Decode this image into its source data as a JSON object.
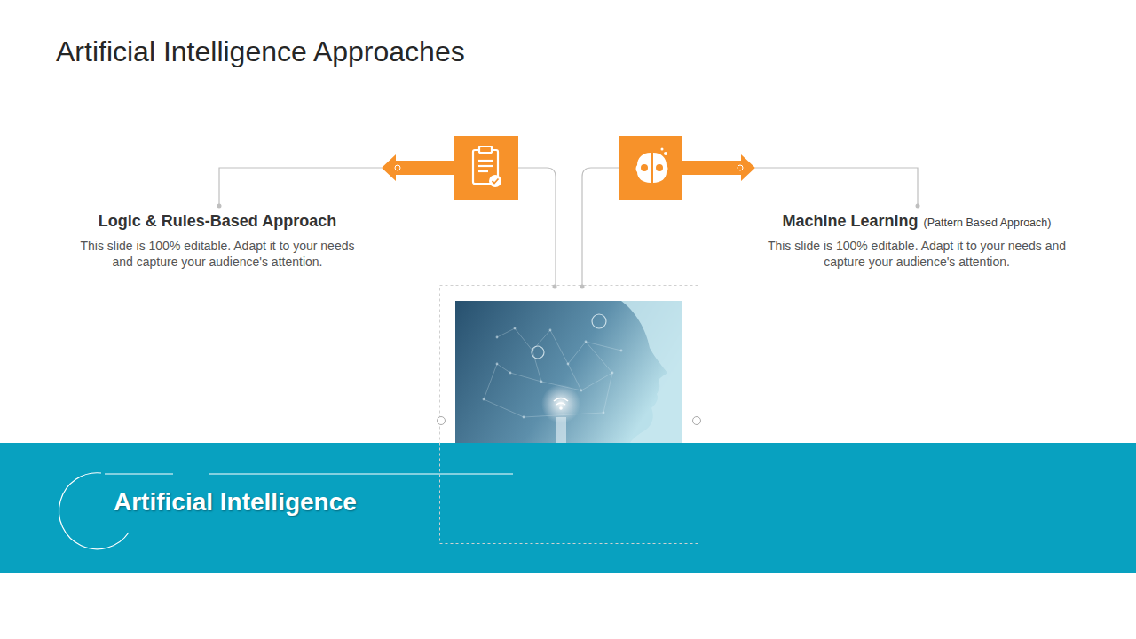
{
  "diagram": {
    "title": "Artificial Intelligence Approaches",
    "caption": "This slide is 100% editable. Adapt it to your needs and capture your audience's attention.",
    "nodes": [
      {
        "text": [
          "Logic & Rules-Based Approach",
          "This slide is 100% editable. Adapt it to your needs and capture your audience's attention."
        ]
      },
      {
        "text": [
          "Machine Learning",
          "(Pattern Based Approach)",
          "This slide is 100% editable. Adapt it to your needs and capture your audience's attention."
        ]
      },
      {
        "text": [
          "Artificial Intelligence"
        ]
      }
    ]
  }
}
